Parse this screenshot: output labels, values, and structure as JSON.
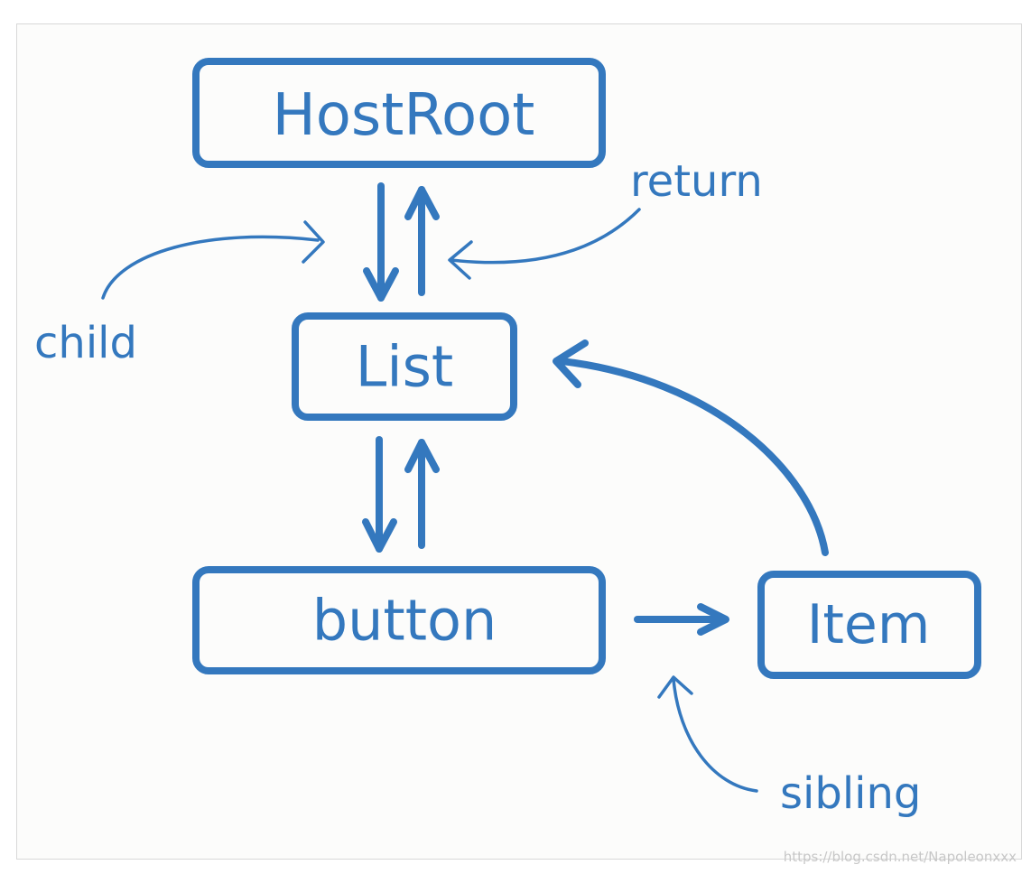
{
  "nodes": {
    "host_root": "HostRoot",
    "list": "List",
    "button": "button",
    "item": "Item"
  },
  "annotations": {
    "child": "child",
    "return": "return",
    "sibling": "sibling"
  },
  "watermark": "https://blog.csdn.net/Napoleonxxx",
  "colors": {
    "ink": "#3478be",
    "background": "#fcfcfb",
    "watermark": "#c7c7c7"
  }
}
